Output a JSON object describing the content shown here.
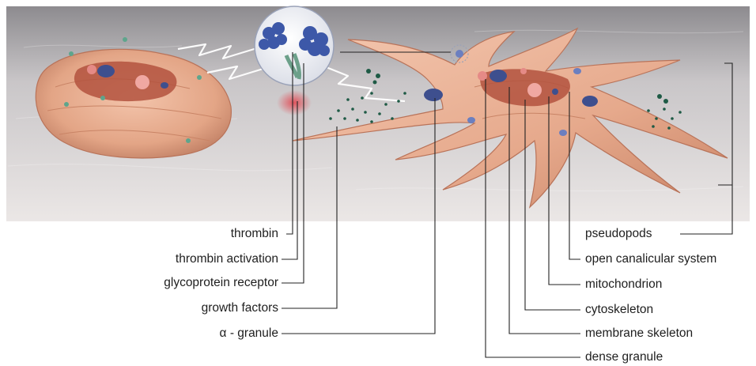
{
  "diagram": {
    "left_labels": [
      {
        "id": "thrombin",
        "text": "thrombin"
      },
      {
        "id": "thrombin-activation",
        "text": "thrombin activation"
      },
      {
        "id": "glycoprotein-receptor",
        "text": "glycoprotein receptor"
      },
      {
        "id": "growth-factors",
        "text": "growth factors"
      },
      {
        "id": "alpha-granule",
        "text": "α - granule"
      }
    ],
    "right_labels": [
      {
        "id": "pseudopods",
        "text": "pseudopods"
      },
      {
        "id": "open-canalicular-system",
        "text": "open canalicular system"
      },
      {
        "id": "mitochondrion",
        "text": "mitochondrion"
      },
      {
        "id": "cytoskeleton",
        "text": "cytoskeleton"
      },
      {
        "id": "membrane-skeleton",
        "text": "membrane skeleton"
      },
      {
        "id": "dense-granule",
        "text": "dense granule"
      }
    ]
  },
  "colors": {
    "background_top": "#8c8a8d",
    "background_bottom": "#e6e2e2",
    "platelet_skin": "#e9ae94",
    "platelet_shadow": "#c98466",
    "granule_blue": "#3e4f8e",
    "mitochondrion_pink": "#e58a86",
    "factor_dot": "#1e5a45",
    "leader_line": "#222222"
  }
}
